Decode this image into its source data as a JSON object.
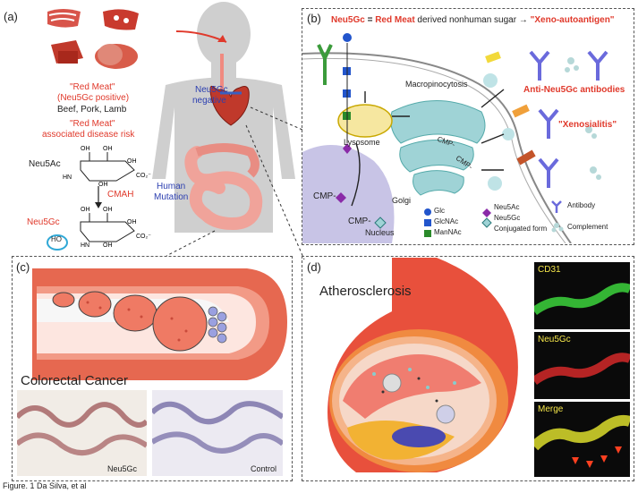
{
  "panel_a": {
    "letter": "(a)",
    "red_meat_label": "\"Red Meat\"",
    "neu5gc_positive": "(Neu5Gc positive)",
    "meats": "Beef, Pork, Lamb",
    "red_meat_label2": "\"Red Meat\"",
    "disease_risk": "associated disease risk",
    "neu5ac": "Neu5Ac",
    "cmah": "CMAH",
    "human_mutation_1": "Human",
    "human_mutation_2": "Mutation",
    "neu5gc": "Neu5Gc",
    "ho_label": "HO",
    "neu5gc_negative_1": "Neu5Gc",
    "neu5gc_negative_2": "negative"
  },
  "panel_b": {
    "letter": "(b)",
    "title_part1": "Neu5Gc",
    "title_part2": " = ",
    "title_part3": "Red Meat",
    "title_part4": " derived nonhuman sugar → ",
    "title_part5": "\"Xeno-autoantigen\"",
    "macropinocytosis": "Macropinocytosis",
    "lysosome": "Lysosome",
    "cmp_a": "CMP-",
    "cmp_b": "CMP-",
    "cmp_golgi1": "CMP-",
    "cmp_golgi2": "CMP-",
    "golgi": "Golgi",
    "nucleus": "Nucleus",
    "anti_antibodies": "Anti-Neu5Gc antibodies",
    "xenosialitis": "\"Xenosialitis\"",
    "legend": {
      "glc": "Glc",
      "glcnac": "GlcNAc",
      "mannac": "ManNAc",
      "neu5ac": "Neu5Ac",
      "neu5gc": "Neu5Gc",
      "conjugated": "Conjugated form",
      "antibody": "Antibody",
      "complement": "Complement"
    }
  },
  "panel_c": {
    "letter": "(c)",
    "title": "Colorectal Cancer",
    "micro_left": "Neu5Gc",
    "micro_right": "Control"
  },
  "panel_d": {
    "letter": "(d)",
    "title": "Atherosclerosis",
    "cd31": "CD31",
    "neu5gc": "Neu5Gc",
    "merge": "Merge"
  },
  "caption": "Figure. 1 Da Silva, et al",
  "colors": {
    "red_accent": "#e0392b",
    "blue_accent": "#2c3fb0",
    "body_gray": "#c9c9c9",
    "intestine": "#f0a39a"
  }
}
